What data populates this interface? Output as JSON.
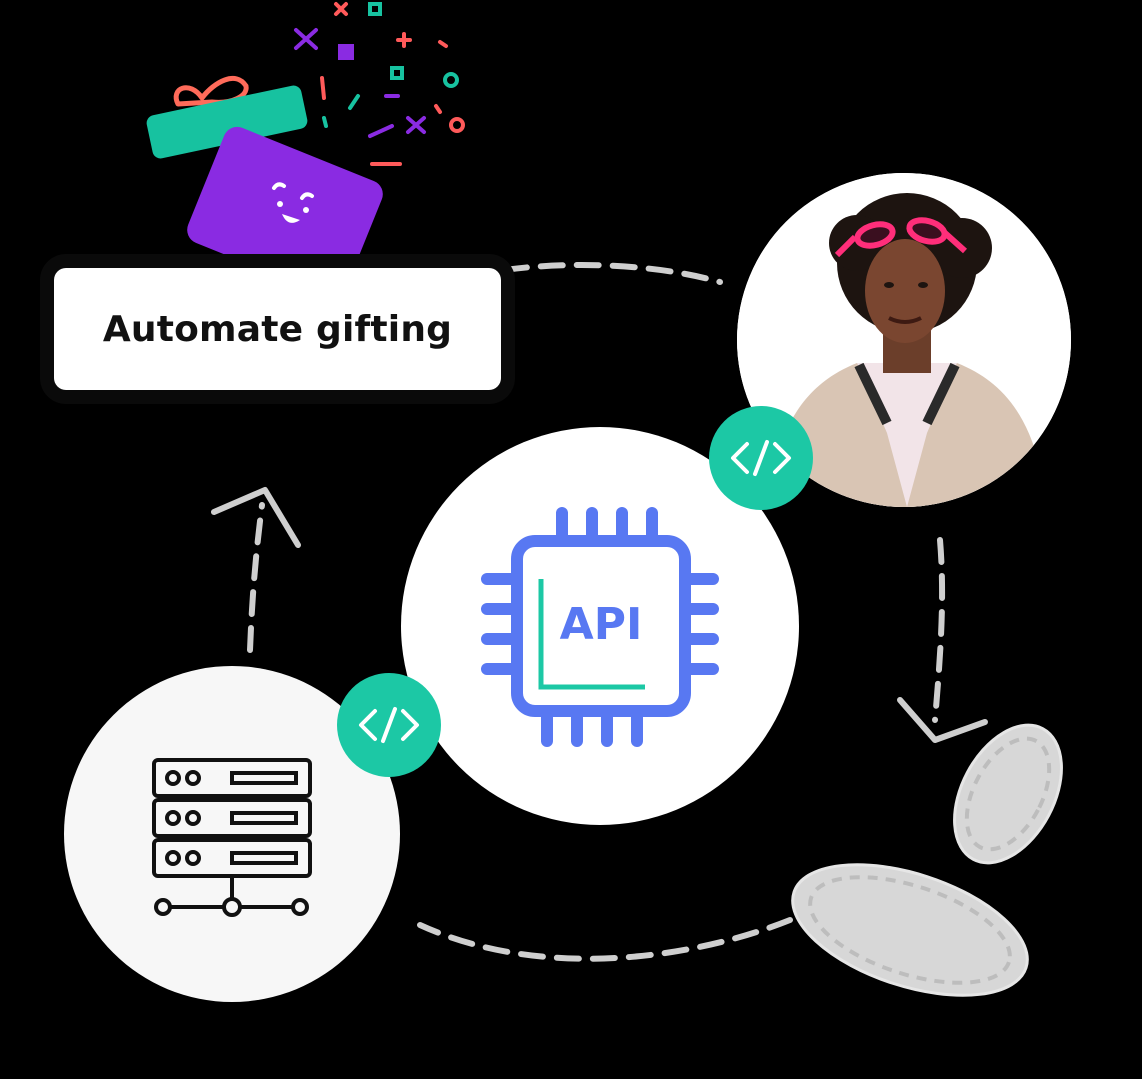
{
  "gift_card": {
    "label": "Automate gifting"
  },
  "api_chip": {
    "label": "API"
  },
  "badges": {
    "code_glyph": "</>"
  },
  "icons": {
    "gift": "gift-box-icon",
    "chip": "api-chip-icon",
    "server": "server-network-icon",
    "code": "code-brackets-icon",
    "person": "person-photo",
    "coins": "coins-icon"
  },
  "colors": {
    "background": "#000000",
    "api_blue": "#5878f2",
    "teal": "#1cc8a5",
    "gift_purple": "#8a2be2",
    "gift_lid": "#17c2a0",
    "pink": "#ff2e7a"
  }
}
